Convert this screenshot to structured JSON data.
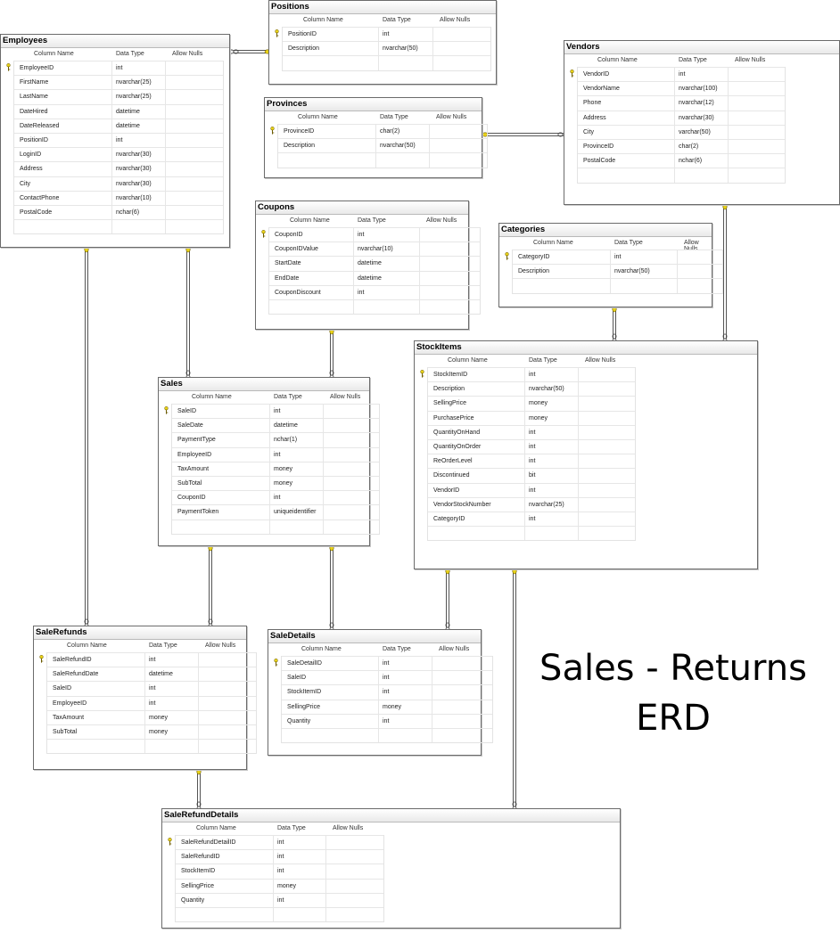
{
  "caption": {
    "line1": "Sales - Returns",
    "line2": "ERD"
  },
  "headers": {
    "column_name": "Column Name",
    "data_type": "Data Type",
    "allow_nulls": "Allow Nulls"
  },
  "colors": {
    "key_icon": "#e8d21a",
    "border": "#6b6b6b",
    "title_bg": "#ececec",
    "grid_line": "#e6e6e6"
  },
  "tables": [
    {
      "id": "positions",
      "title": "Positions",
      "columns": [
        {
          "name": "PositionID",
          "type": "int",
          "pk": true
        },
        {
          "name": "Description",
          "type": "nvarchar(50)"
        }
      ]
    },
    {
      "id": "employees",
      "title": "Employees",
      "columns": [
        {
          "name": "EmployeeID",
          "type": "int",
          "pk": true
        },
        {
          "name": "FirstName",
          "type": "nvarchar(25)"
        },
        {
          "name": "LastName",
          "type": "nvarchar(25)"
        },
        {
          "name": "DateHired",
          "type": "datetime"
        },
        {
          "name": "DateReleased",
          "type": "datetime"
        },
        {
          "name": "PositionID",
          "type": "int"
        },
        {
          "name": "LoginID",
          "type": "nvarchar(30)"
        },
        {
          "name": "Address",
          "type": "nvarchar(30)"
        },
        {
          "name": "City",
          "type": "nvarchar(30)"
        },
        {
          "name": "ContactPhone",
          "type": "nvarchar(10)"
        },
        {
          "name": "PostalCode",
          "type": "nchar(6)"
        }
      ]
    },
    {
      "id": "vendors",
      "title": "Vendors",
      "columns": [
        {
          "name": "VendorID",
          "type": "int",
          "pk": true
        },
        {
          "name": "VendorName",
          "type": "nvarchar(100)"
        },
        {
          "name": "Phone",
          "type": "nvarchar(12)"
        },
        {
          "name": "Address",
          "type": "nvarchar(30)"
        },
        {
          "name": "City",
          "type": "varchar(50)"
        },
        {
          "name": "ProvinceID",
          "type": "char(2)"
        },
        {
          "name": "PostalCode",
          "type": "nchar(6)"
        }
      ]
    },
    {
      "id": "provinces",
      "title": "Provinces",
      "columns": [
        {
          "name": "ProvinceID",
          "type": "char(2)",
          "pk": true
        },
        {
          "name": "Description",
          "type": "nvarchar(50)"
        }
      ]
    },
    {
      "id": "coupons",
      "title": "Coupons",
      "columns": [
        {
          "name": "CouponID",
          "type": "int",
          "pk": true
        },
        {
          "name": "CouponIDValue",
          "type": "nvarchar(10)"
        },
        {
          "name": "StartDate",
          "type": "datetime"
        },
        {
          "name": "EndDate",
          "type": "datetime"
        },
        {
          "name": "CouponDiscount",
          "type": "int"
        }
      ]
    },
    {
      "id": "categories",
      "title": "Categories",
      "columns": [
        {
          "name": "CategoryID",
          "type": "int",
          "pk": true
        },
        {
          "name": "Description",
          "type": "nvarchar(50)"
        }
      ]
    },
    {
      "id": "stockitems",
      "title": "StockItems",
      "columns": [
        {
          "name": "StockItemID",
          "type": "int",
          "pk": true
        },
        {
          "name": "Description",
          "type": "nvarchar(50)"
        },
        {
          "name": "SellingPrice",
          "type": "money"
        },
        {
          "name": "PurchasePrice",
          "type": "money"
        },
        {
          "name": "QuantityOnHand",
          "type": "int"
        },
        {
          "name": "QuantityOnOrder",
          "type": "int"
        },
        {
          "name": "ReOrderLevel",
          "type": "int"
        },
        {
          "name": "Discontinued",
          "type": "bit"
        },
        {
          "name": "VendorID",
          "type": "int"
        },
        {
          "name": "VendorStockNumber",
          "type": "nvarchar(25)"
        },
        {
          "name": "CategoryID",
          "type": "int"
        }
      ]
    },
    {
      "id": "sales",
      "title": "Sales",
      "columns": [
        {
          "name": "SaleID",
          "type": "int",
          "pk": true
        },
        {
          "name": "SaleDate",
          "type": "datetime"
        },
        {
          "name": "PaymentType",
          "type": "nchar(1)"
        },
        {
          "name": "EmployeeID",
          "type": "int"
        },
        {
          "name": "TaxAmount",
          "type": "money"
        },
        {
          "name": "SubTotal",
          "type": "money"
        },
        {
          "name": "CouponID",
          "type": "int"
        },
        {
          "name": "PaymentToken",
          "type": "uniqueidentifier"
        }
      ]
    },
    {
      "id": "salerefunds",
      "title": "SaleRefunds",
      "columns": [
        {
          "name": "SaleRefundID",
          "type": "int",
          "pk": true
        },
        {
          "name": "SaleRefundDate",
          "type": "datetime"
        },
        {
          "name": "SaleID",
          "type": "int"
        },
        {
          "name": "EmployeeID",
          "type": "int"
        },
        {
          "name": "TaxAmount",
          "type": "money"
        },
        {
          "name": "SubTotal",
          "type": "money"
        }
      ]
    },
    {
      "id": "saledetails",
      "title": "SaleDetails",
      "columns": [
        {
          "name": "SaleDetailID",
          "type": "int",
          "pk": true
        },
        {
          "name": "SaleID",
          "type": "int"
        },
        {
          "name": "StockItemID",
          "type": "int"
        },
        {
          "name": "SellingPrice",
          "type": "money"
        },
        {
          "name": "Quantity",
          "type": "int"
        }
      ]
    },
    {
      "id": "salerefunddetails",
      "title": "SaleRefundDetails",
      "columns": [
        {
          "name": "SaleRefundDetailID",
          "type": "int",
          "pk": true
        },
        {
          "name": "SaleRefundID",
          "type": "int"
        },
        {
          "name": "StockItemID",
          "type": "int"
        },
        {
          "name": "SellingPrice",
          "type": "money"
        },
        {
          "name": "Quantity",
          "type": "int"
        }
      ]
    }
  ]
}
